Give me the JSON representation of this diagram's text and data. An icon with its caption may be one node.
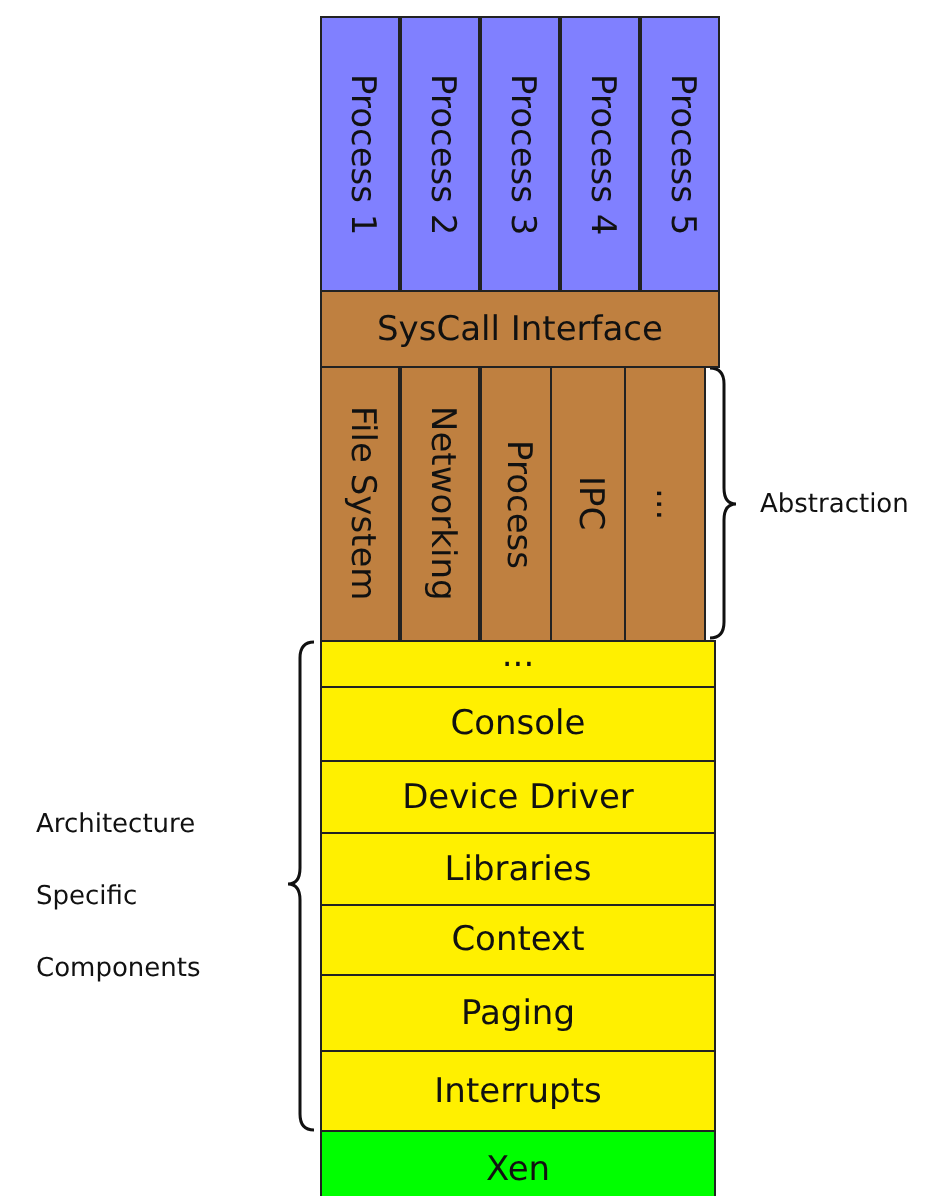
{
  "diagram": {
    "nodes": [
      {
        "text": [
          "Process 1"
        ]
      },
      {
        "text": [
          "Process 2"
        ]
      },
      {
        "text": [
          "Process 3"
        ]
      },
      {
        "text": [
          "Process 4"
        ]
      },
      {
        "text": [
          "Process 5"
        ]
      },
      {
        "text": [
          "SysCall Interface"
        ]
      },
      {
        "text": [
          "File System"
        ]
      },
      {
        "text": [
          "Networking"
        ]
      },
      {
        "text": [
          "Process"
        ]
      },
      {
        "text": [
          "IPC"
        ]
      },
      {
        "text": [
          "..."
        ]
      },
      {
        "text": [
          "..."
        ]
      },
      {
        "text": [
          "Console"
        ]
      },
      {
        "text": [
          "Device Driver"
        ]
      },
      {
        "text": [
          "Libraries"
        ]
      },
      {
        "text": [
          "Context"
        ]
      },
      {
        "text": [
          "Paging"
        ]
      },
      {
        "text": [
          "Interrupts"
        ]
      },
      {
        "text": [
          "Xen"
        ]
      }
    ],
    "labels": [
      "Abstraction",
      "Architecture Specific Components"
    ]
  }
}
